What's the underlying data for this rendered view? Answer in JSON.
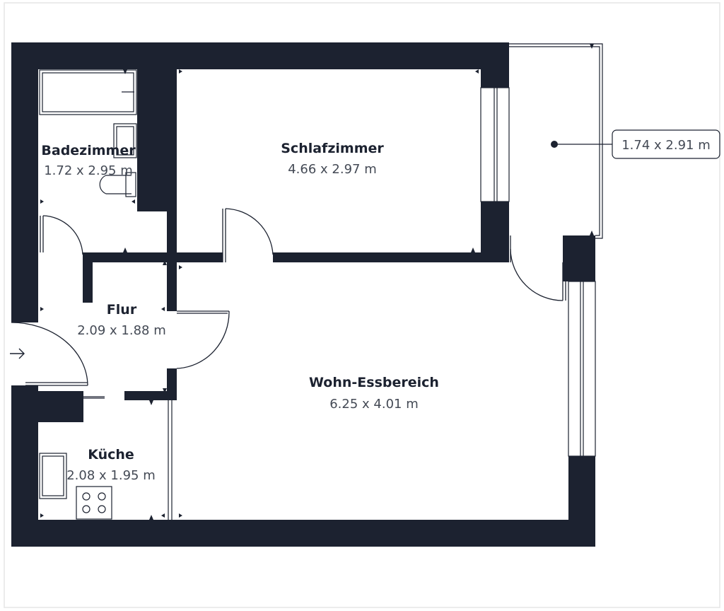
{
  "floorplan": {
    "colors": {
      "wall": "#1c2230",
      "background": "#ffffff",
      "text_dark": "#1c2230",
      "text_dim": "#444a55"
    },
    "rooms": [
      {
        "id": "badezimmer",
        "name": "Badezimmer",
        "dimensions": "1.72 x 2.95 m"
      },
      {
        "id": "schlafzimmer",
        "name": "Schlafzimmer",
        "dimensions": "4.66 x 2.97 m"
      },
      {
        "id": "flur",
        "name": "Flur",
        "dimensions": "2.09 x 1.88 m"
      },
      {
        "id": "wohn-essbereich",
        "name": "Wohn-Essbereich",
        "dimensions": "6.25 x 4.01 m"
      },
      {
        "id": "kueche",
        "name": "Küche",
        "dimensions": "2.08 x 1.95 m"
      }
    ],
    "balcony": {
      "dimensions": "1.74 x 2.91 m"
    },
    "icons": {
      "entrance": "entrance-arrow-icon",
      "stove": "stove-icon",
      "sink": "sink-icon",
      "bathtub": "bathtub-icon",
      "toilet": "toilet-icon"
    }
  }
}
